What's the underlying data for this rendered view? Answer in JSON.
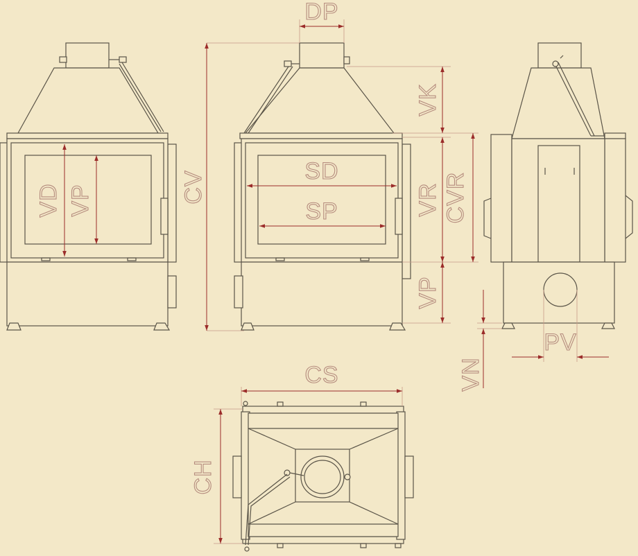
{
  "colors": {
    "background": "#f3e8c8",
    "outline": "#5a5448",
    "dimension": "#9b2c2a",
    "label_outline": "#b58c7e"
  },
  "labels": {
    "dp": "DP",
    "vd": "VD",
    "vp_front": "VP",
    "cv": "CV",
    "sd": "SD",
    "sp": "SP",
    "vk": "VK",
    "vr": "VR",
    "cvr": "CVR",
    "vp_side": "VP",
    "pv": "PV",
    "vn": "VN",
    "cs": "CS",
    "ch": "CH"
  }
}
